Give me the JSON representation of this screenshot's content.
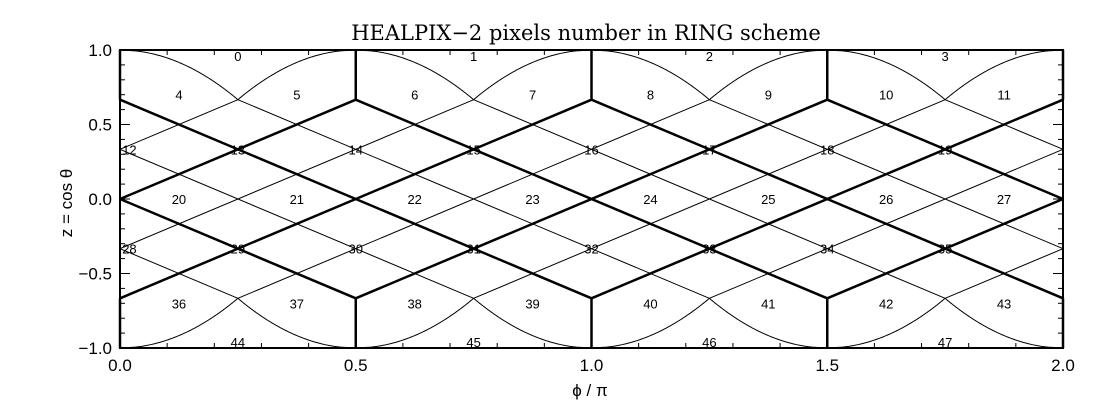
{
  "chart_data": {
    "type": "diagram-plot",
    "title": "HEALPIX−2 pixels number in RING scheme",
    "xlabel": "ϕ / π",
    "ylabel": "z = cos θ",
    "xlim": [
      0,
      2
    ],
    "ylim": [
      -1,
      1
    ],
    "x_ticks": [
      {
        "value": 0.0,
        "label": "0.0"
      },
      {
        "value": 0.5,
        "label": "0.5"
      },
      {
        "value": 1.0,
        "label": "1.0"
      },
      {
        "value": 1.5,
        "label": "1.5"
      },
      {
        "value": 2.0,
        "label": "2.0"
      }
    ],
    "y_ticks": [
      {
        "value": 1.0,
        "label": "1.0"
      },
      {
        "value": 0.5,
        "label": "0.5"
      },
      {
        "value": 0.0,
        "label": "0.0"
      },
      {
        "value": -0.5,
        "label": "−0.5"
      },
      {
        "value": -1.0,
        "label": "−1.0"
      }
    ],
    "x_minor_step": 0.1,
    "y_minor_step": 0.1,
    "grid": false,
    "nside": 2,
    "base_pixel_boundaries": "thick",
    "sub_pixel_boundaries": "thin",
    "pixels": [
      {
        "id": "0",
        "x": 0.25,
        "z": 0.96
      },
      {
        "id": "1",
        "x": 0.75,
        "z": 0.96
      },
      {
        "id": "2",
        "x": 1.25,
        "z": 0.96
      },
      {
        "id": "3",
        "x": 1.75,
        "z": 0.96
      },
      {
        "id": "4",
        "x": 0.125,
        "z": 0.7
      },
      {
        "id": "5",
        "x": 0.375,
        "z": 0.7
      },
      {
        "id": "6",
        "x": 0.625,
        "z": 0.7
      },
      {
        "id": "7",
        "x": 0.875,
        "z": 0.7
      },
      {
        "id": "8",
        "x": 1.125,
        "z": 0.7
      },
      {
        "id": "9",
        "x": 1.375,
        "z": 0.7
      },
      {
        "id": "10",
        "x": 1.625,
        "z": 0.7
      },
      {
        "id": "11",
        "x": 1.875,
        "z": 0.7
      },
      {
        "id": "12",
        "x": 0.02,
        "z": 0.333
      },
      {
        "id": "13",
        "x": 0.25,
        "z": 0.333
      },
      {
        "id": "14",
        "x": 0.5,
        "z": 0.333
      },
      {
        "id": "15",
        "x": 0.75,
        "z": 0.333
      },
      {
        "id": "16",
        "x": 1.0,
        "z": 0.333
      },
      {
        "id": "17",
        "x": 1.25,
        "z": 0.333
      },
      {
        "id": "18",
        "x": 1.5,
        "z": 0.333
      },
      {
        "id": "19",
        "x": 1.75,
        "z": 0.333
      },
      {
        "id": "20",
        "x": 0.125,
        "z": 0.0
      },
      {
        "id": "21",
        "x": 0.375,
        "z": 0.0
      },
      {
        "id": "22",
        "x": 0.625,
        "z": 0.0
      },
      {
        "id": "23",
        "x": 0.875,
        "z": 0.0
      },
      {
        "id": "24",
        "x": 1.125,
        "z": 0.0
      },
      {
        "id": "25",
        "x": 1.375,
        "z": 0.0
      },
      {
        "id": "26",
        "x": 1.625,
        "z": 0.0
      },
      {
        "id": "27",
        "x": 1.875,
        "z": 0.0
      },
      {
        "id": "28",
        "x": 0.02,
        "z": -0.333
      },
      {
        "id": "29",
        "x": 0.25,
        "z": -0.333
      },
      {
        "id": "30",
        "x": 0.5,
        "z": -0.333
      },
      {
        "id": "31",
        "x": 0.75,
        "z": -0.333
      },
      {
        "id": "32",
        "x": 1.0,
        "z": -0.333
      },
      {
        "id": "33",
        "x": 1.25,
        "z": -0.333
      },
      {
        "id": "34",
        "x": 1.5,
        "z": -0.333
      },
      {
        "id": "35",
        "x": 1.75,
        "z": -0.333
      },
      {
        "id": "36",
        "x": 0.125,
        "z": -0.7
      },
      {
        "id": "37",
        "x": 0.375,
        "z": -0.7
      },
      {
        "id": "38",
        "x": 0.625,
        "z": -0.7
      },
      {
        "id": "39",
        "x": 0.875,
        "z": -0.7
      },
      {
        "id": "40",
        "x": 1.125,
        "z": -0.7
      },
      {
        "id": "41",
        "x": 1.375,
        "z": -0.7
      },
      {
        "id": "42",
        "x": 1.625,
        "z": -0.7
      },
      {
        "id": "43",
        "x": 1.875,
        "z": -0.7
      },
      {
        "id": "44",
        "x": 0.25,
        "z": -0.96
      },
      {
        "id": "45",
        "x": 0.75,
        "z": -0.96
      },
      {
        "id": "46",
        "x": 1.25,
        "z": -0.96
      },
      {
        "id": "47",
        "x": 1.75,
        "z": -0.96
      }
    ]
  }
}
